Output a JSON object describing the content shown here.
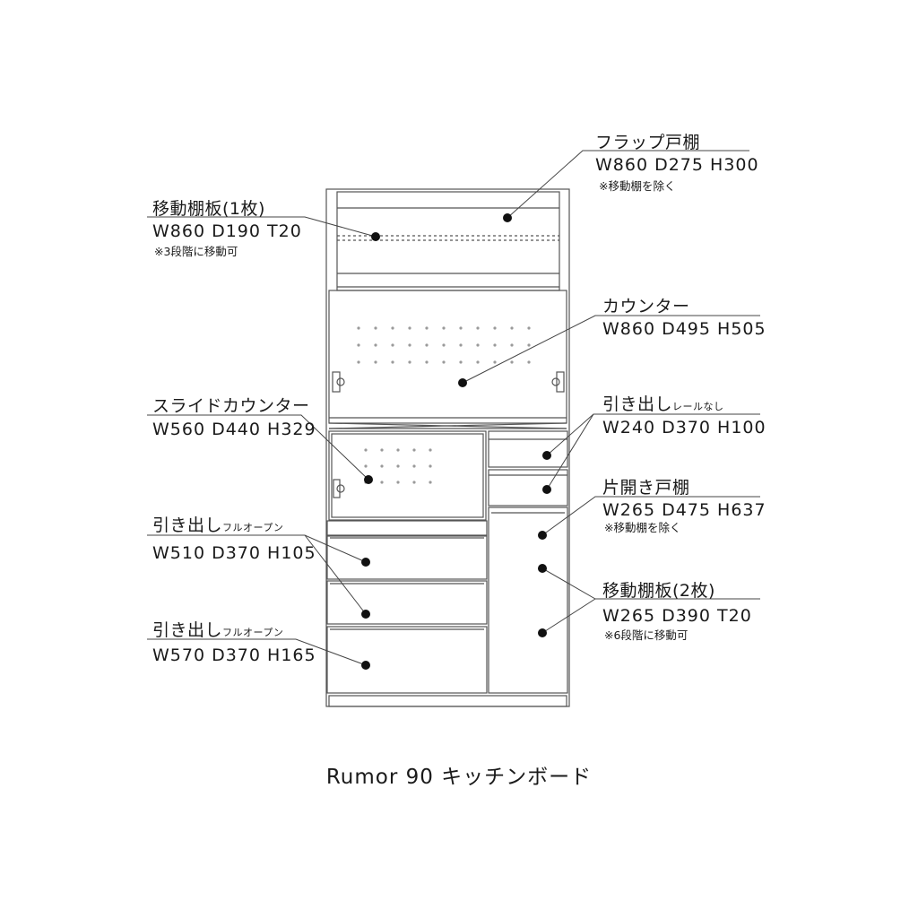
{
  "labels": {
    "flap": {
      "title": "フラップ戸棚",
      "dims": "W860 D275 H300",
      "note": "※移動棚を除く"
    },
    "shelf1": {
      "title": "移動棚板(1枚)",
      "dims": "W860 D190 T20",
      "note": "※3段階に移動可"
    },
    "counter": {
      "title": "カウンター",
      "dims": "W860 D495 H505"
    },
    "slide": {
      "title": "スライドカウンター",
      "dims": "W560 D440 H329"
    },
    "drawerSmall": {
      "title": "引き出し",
      "sub": "レールなし",
      "dims": "W240 D370 H100"
    },
    "door": {
      "title": "片開き戸棚",
      "dims": "W265 D475 H637",
      "note": "※移動棚を除く"
    },
    "drawer510": {
      "title": "引き出し",
      "sub": "フルオープン",
      "dims": "W510 D370 H105"
    },
    "shelf2": {
      "title": "移動棚板(2枚)",
      "dims": "W265 D390 T20",
      "note": "※6段階に移動可"
    },
    "drawer570": {
      "title": "引き出し",
      "sub": "フルオープン",
      "dims": "W570 D370 H165"
    }
  },
  "caption": "Rumor 90 キッチンボード"
}
